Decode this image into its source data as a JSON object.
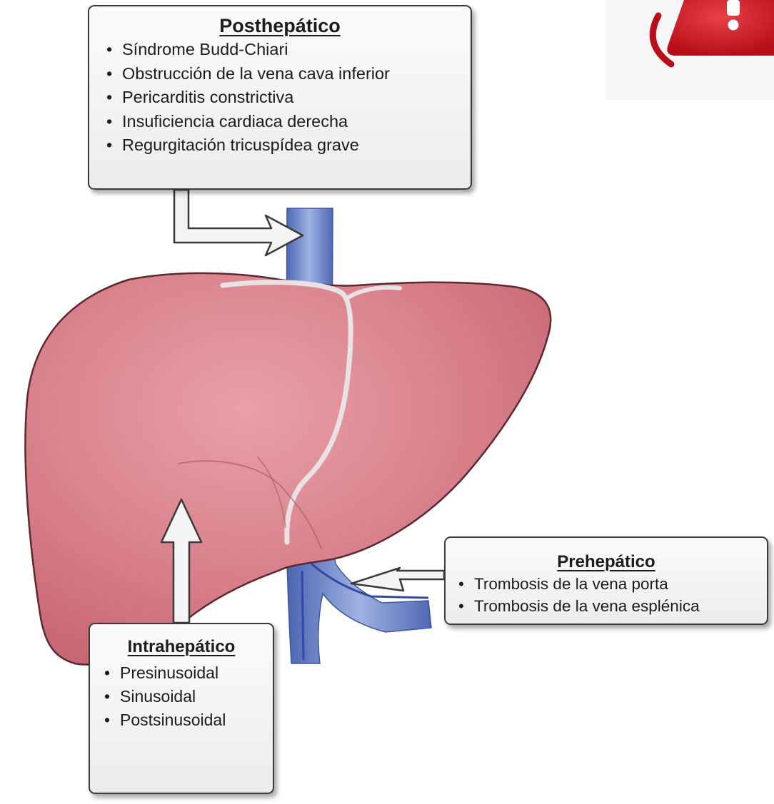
{
  "posthepatico": {
    "title": "Posthepático",
    "items": [
      "Síndrome Budd-Chiari",
      "Obstrucción de la vena cava inferior",
      "Pericarditis constrictiva",
      "Insuficiencia cardiaca derecha",
      "Regurgitación tricuspídea grave"
    ]
  },
  "prehepatico": {
    "title": "Prehepático",
    "items": [
      "Trombosis de la vena porta",
      "Trombosis de la vena esplénica"
    ]
  },
  "intrahepatico": {
    "title": "Intrahepático",
    "items": [
      "Presinusoidal",
      "Sinusoidal",
      "Postsinusoidal"
    ]
  },
  "colors": {
    "liver": "#d9808b",
    "vessel": "#6e86c6",
    "box_border": "#3a3a3a",
    "warning": "#c8141e"
  },
  "icons": [
    "warning-icon",
    "liver-illustration",
    "inferior-vena-cava",
    "portal-vein",
    "arrow-icon"
  ]
}
